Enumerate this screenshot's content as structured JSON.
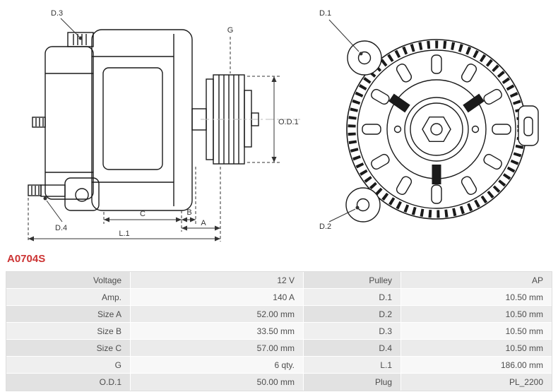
{
  "part_number": "A0704S",
  "colors": {
    "part_number_red": "#cc3333",
    "line": "#1a1a1a",
    "dimension": "#333333"
  },
  "diagram": {
    "labels": {
      "d3": "D.3",
      "d4": "D.4",
      "g": "G",
      "od1": "O.D.1",
      "d1": "D.1",
      "d2": "D.2",
      "c": "C",
      "b": "B",
      "a": "A",
      "l1": "L.1"
    }
  },
  "table": {
    "rows": [
      {
        "l1": "Voltage",
        "v1": "12 V",
        "l2": "Pulley",
        "v2": "AP"
      },
      {
        "l1": "Amp.",
        "v1": "140 A",
        "l2": "D.1",
        "v2": "10.50 mm"
      },
      {
        "l1": "Size A",
        "v1": "52.00 mm",
        "l2": "D.2",
        "v2": "10.50 mm"
      },
      {
        "l1": "Size B",
        "v1": "33.50 mm",
        "l2": "D.3",
        "v2": "10.50 mm"
      },
      {
        "l1": "Size C",
        "v1": "57.00 mm",
        "l2": "D.4",
        "v2": "10.50 mm"
      },
      {
        "l1": "G",
        "v1": "6 qty.",
        "l2": "L.1",
        "v2": "186.00 mm"
      },
      {
        "l1": "O.D.1",
        "v1": "50.00 mm",
        "l2": "Plug",
        "v2": "PL_2200"
      }
    ]
  }
}
